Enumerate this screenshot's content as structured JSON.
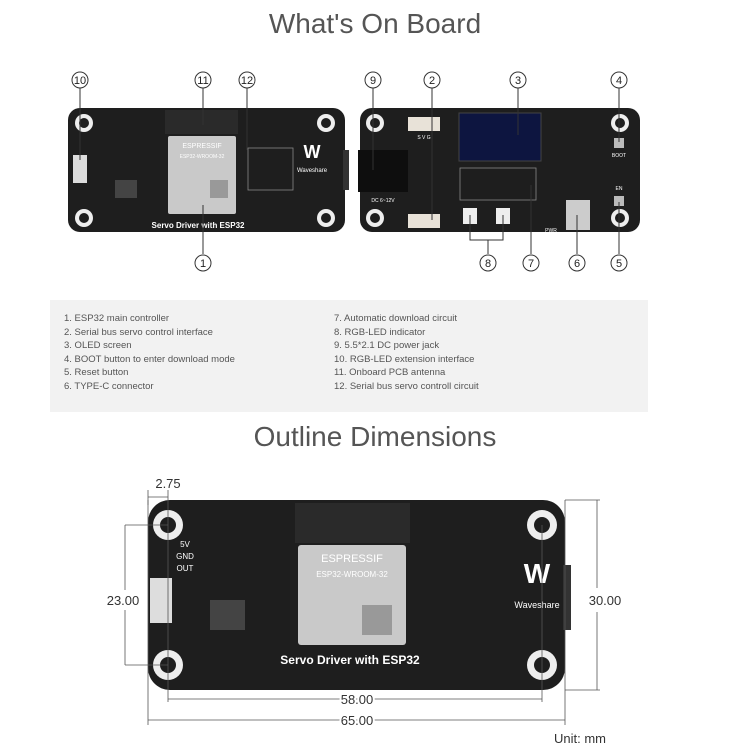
{
  "sections": {
    "on_board_title": "What's On Board",
    "outline_title": "Outline Dimensions"
  },
  "callouts": {
    "top": [
      "10",
      "11",
      "12",
      "9",
      "2",
      "3",
      "4"
    ],
    "bottom": [
      "1",
      "8",
      "7",
      "6",
      "5"
    ]
  },
  "board": {
    "module_brand": "ESPRESSIF",
    "module_model": "ESP32-WROOM-32",
    "board_label": "Servo Driver with ESP32",
    "logo_text": "Waveshare",
    "pin_labels": [
      "5V",
      "GND",
      "OUT"
    ],
    "servo_pins": "S V G",
    "dc_label": "DC 6~12V",
    "boot_label": "BOOT",
    "en_label": "EN",
    "pwr_label": "PWR"
  },
  "legend": {
    "left": [
      "1. ESP32 main controller",
      "2. Serial bus servo control interface",
      "3. OLED screen",
      "4. BOOT button to enter download mode",
      "5. Reset button",
      "6. TYPE-C connector"
    ],
    "right": [
      "7. Automatic download circuit",
      "8. RGB-LED indicator",
      "9. 5.5*2.1 DC power jack",
      "10. RGB-LED extension interface",
      "11. Onboard PCB antenna",
      "12. Serial bus servo controll circuit"
    ]
  },
  "dimensions": {
    "hole_offset": "2.75",
    "hole_spacing_v": "23.00",
    "height": "30.00",
    "hole_spacing_h": "58.00",
    "width": "65.00",
    "unit": "Unit: mm"
  },
  "colors": {
    "pcb": "#1e1e1e",
    "module": "#c9c9c9",
    "oled": "#0d1540",
    "legend_bg": "#f2f2f2"
  }
}
